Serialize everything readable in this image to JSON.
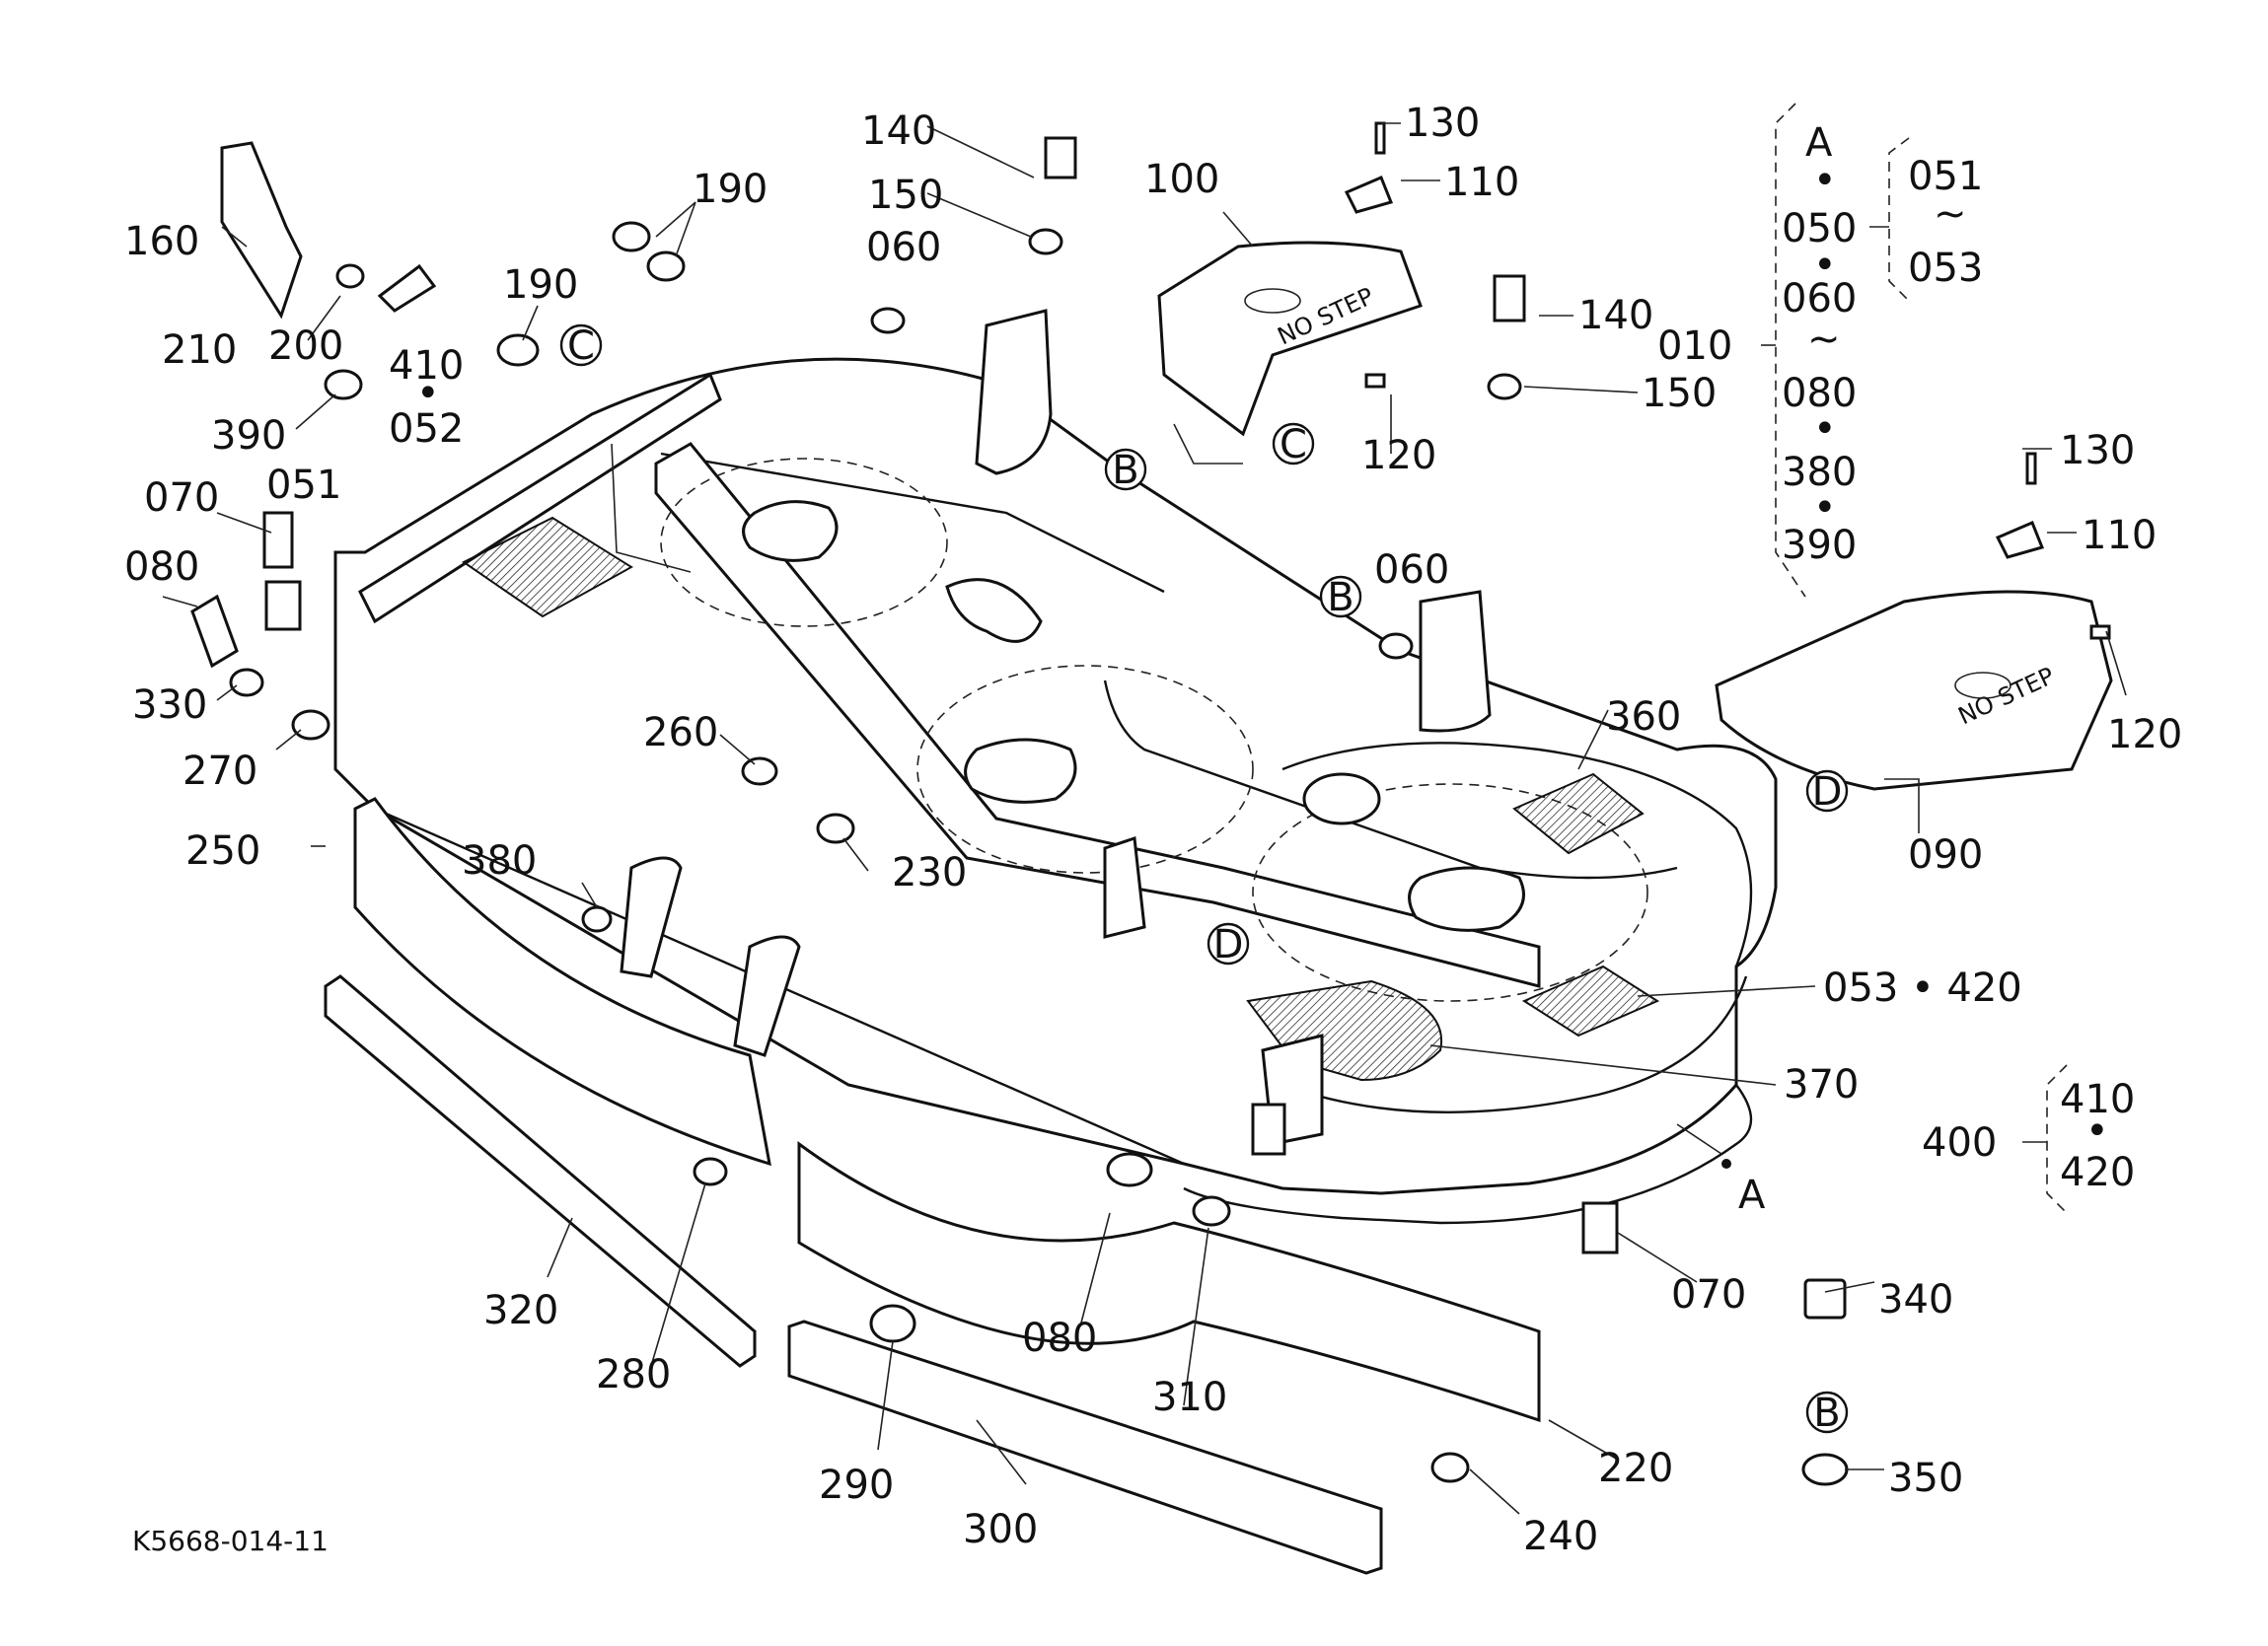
{
  "drawing_number": "K5668-014-11",
  "callouts": {
    "c010": "010",
    "c050": "050",
    "c051": "051",
    "c051b": "051",
    "c052": "052",
    "c053": "053",
    "c053_420": "053 • 420",
    "c060a": "060",
    "c060b": "060",
    "c060c": "060",
    "c070a": "070",
    "c070b": "070",
    "c080a": "080",
    "c080b": "080",
    "c080c": "080",
    "c090": "090",
    "c100": "100",
    "c110a": "110",
    "c110b": "110",
    "c120a": "120",
    "c120b": "120",
    "c130a": "130",
    "c130b": "130",
    "c140a": "140",
    "c140b": "140",
    "c150a": "150",
    "c150b": "150",
    "c160": "160",
    "c190a": "190",
    "c190b": "190",
    "c200": "200",
    "c210": "210",
    "c220": "220",
    "c230": "230",
    "c240": "240",
    "c250": "250",
    "c260": "260",
    "c270": "270",
    "c280": "280",
    "c290": "290",
    "c300": "300",
    "c310": "310",
    "c320": "320",
    "c330": "330",
    "c340": "340",
    "c350": "350",
    "c360": "360",
    "c370": "370",
    "c380a": "380",
    "c380b": "380",
    "c390a": "390",
    "c390b": "390",
    "c400": "400",
    "c410a": "410",
    "c410b": "410",
    "c420": "420",
    "cA_top": "A",
    "cA_ref": "A",
    "dot": "•",
    "tilde": "~"
  },
  "reference_circles": {
    "B1": "B",
    "B2": "B",
    "B3": "B",
    "C1": "C",
    "C2": "C",
    "D1": "D",
    "D2": "D"
  },
  "shield_text": {
    "no_step_a": "NO STEP",
    "no_step_b": "NO STEP"
  }
}
